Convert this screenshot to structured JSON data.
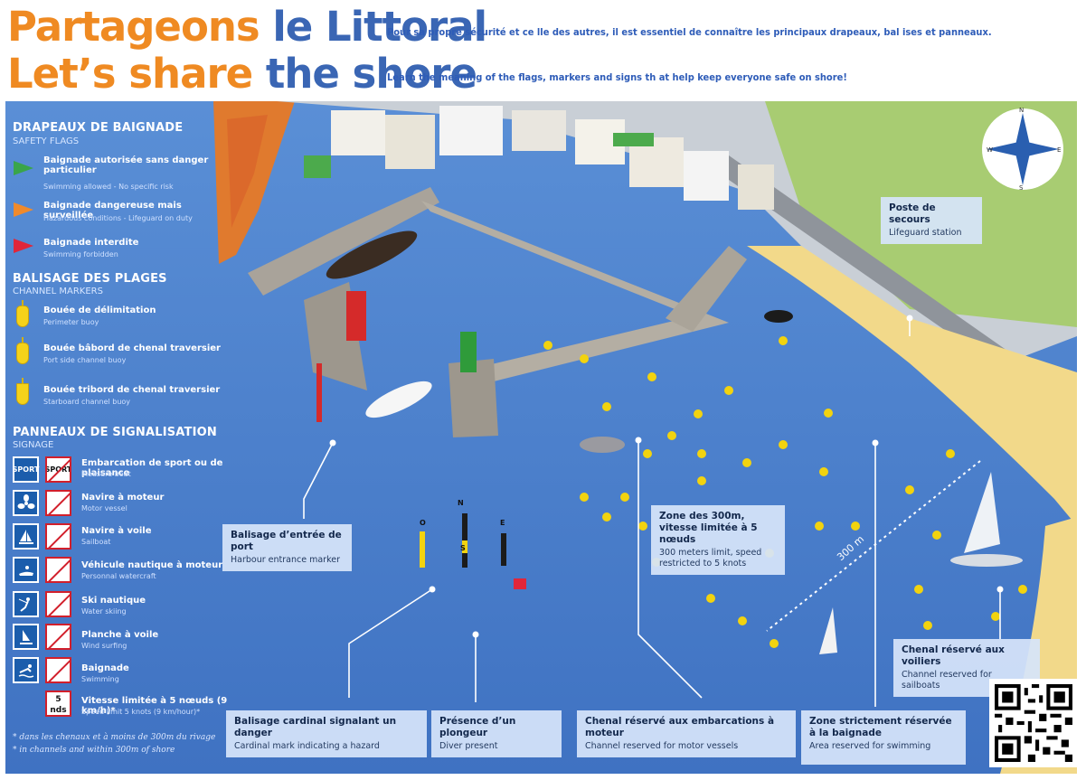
{
  "header": {
    "title_line1_fr": "Partageons",
    "title_line1_rest": "le Littoral",
    "title_line2_en": "Let’s share",
    "title_line2_rest": "the shore",
    "intro_fr": "Pour sa propre sécurité et ce lle des autres, il est essentiel de connaître les principaux drapeaux, bal ises et panneaux.",
    "intro_en": "Learn the meaning of the flags, markers and signs th at help keep everyone safe on shore!"
  },
  "legend": {
    "flags": {
      "heading_fr": "DRAPEAUX DE BAIGNADE",
      "heading_en": "SAFETY FLAGS",
      "items": [
        {
          "fr": "Baignade autorisée sans danger particulier",
          "en": "Swimming allowed - No specific risk",
          "color": "#3aa54a"
        },
        {
          "fr": "Baignade dangereuse mais surveillée",
          "en": "Hazardous conditions - Lifeguard on duty",
          "color": "#f08a2c"
        },
        {
          "fr": "Baignade interdite",
          "en": "Swimming forbidden",
          "color": "#e0263a"
        }
      ]
    },
    "markers": {
      "heading_fr": "BALISAGE DES PLAGES",
      "heading_en": "CHANNEL MARKERS",
      "items": [
        {
          "fr": "Bouée de délimitation",
          "en": "Perimeter buoy"
        },
        {
          "fr": "Bouée bâbord de chenal traversier",
          "en": "Port side channel buoy"
        },
        {
          "fr": "Bouée tribord de chenal traversier",
          "en": "Starboard channel buoy"
        }
      ]
    },
    "signs": {
      "heading_fr": "PANNEAUX DE SIGNALISATION",
      "heading_en": "SIGNAGE",
      "sport_label": "SPORT",
      "speed_label_top": "5",
      "speed_label_bottom": "nds",
      "items": [
        {
          "fr": "Embarcation de sport ou de plaisance",
          "en": "Pleasure boat",
          "icon": "sport-boat-icon"
        },
        {
          "fr": "Navire à moteur",
          "en": "Motor vessel",
          "icon": "propeller-icon"
        },
        {
          "fr": "Navire à voile",
          "en": "Sailboat",
          "icon": "sailboat-icon"
        },
        {
          "fr": "Véhicule nautique à moteur",
          "en": "Personnal watercraft",
          "icon": "jetski-icon"
        },
        {
          "fr": "Ski nautique",
          "en": "Water skiing",
          "icon": "waterski-icon"
        },
        {
          "fr": "Planche à voile",
          "en": "Wind surfing",
          "icon": "windsurf-icon"
        },
        {
          "fr": "Baignade",
          "en": "Swimming",
          "icon": "swimmer-icon"
        },
        {
          "fr": "Vitesse limitée à 5 nœuds (9 km/h)*",
          "en": "Speed limit 5 knots (9 km/hour)*",
          "icon": "speed-limit-icon"
        }
      ]
    },
    "footnote_fr": "* dans les chenaux et à moins de 300m du rivage",
    "footnote_en": "* in channels and within 300m of shore"
  },
  "callouts": {
    "lifeguard": {
      "fr": "Poste de secours",
      "en": "Lifeguard station"
    },
    "harbour": {
      "fr": "Balisage d’entrée de port",
      "en": "Harbour entrance marker"
    },
    "zone300": {
      "fr": "Zone des 300m, vitesse limitée à 5 nœuds",
      "en": "300 meters limit, speed restricted to 5 knots"
    },
    "sailboats": {
      "fr": "Chenal réservé aux voiliers",
      "en": "Channel reserved for sailboats"
    },
    "cardinal": {
      "fr": "Balisage cardinal signalant un danger",
      "en": "Cardinal mark indicating a hazard"
    },
    "diver": {
      "fr": "Présence d’un plongeur",
      "en": "Diver present"
    },
    "motor": {
      "fr": "Chenal réservé aux embarcations à moteur",
      "en": "Channel reserved for motor vessels"
    },
    "swim": {
      "fr": "Zone strictement réservée à la baignade",
      "en": "Area reserved for swimming"
    }
  },
  "map_labels": {
    "distance": "300 m",
    "compass": {
      "n": "N",
      "s": "S",
      "e": "E",
      "w": "W"
    },
    "cardinal": {
      "n": "N",
      "s": "S",
      "e": "E",
      "o": "O"
    }
  }
}
